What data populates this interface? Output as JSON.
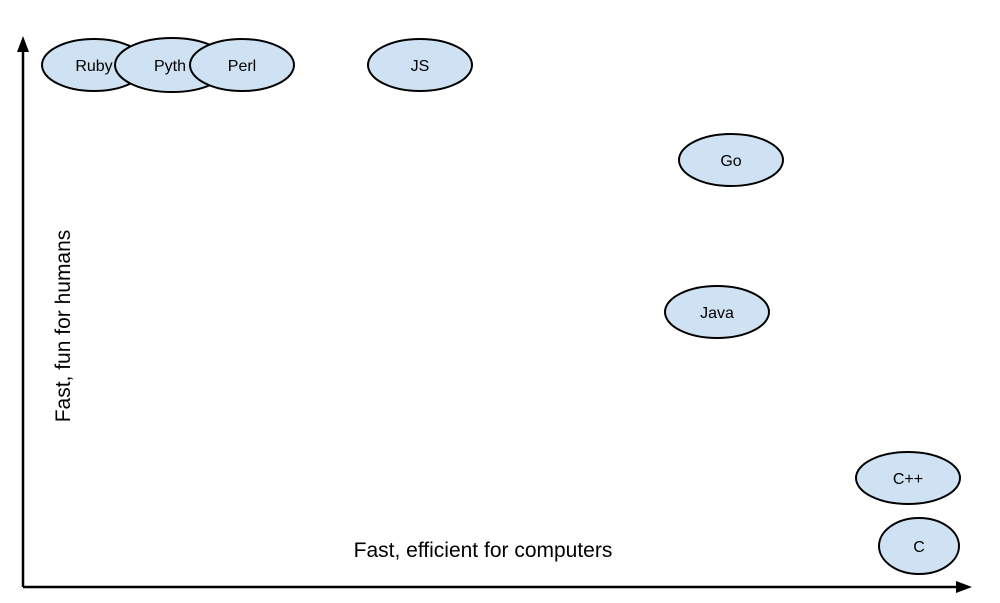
{
  "diagram": {
    "x_axis_label": "Fast, efficient for computers",
    "y_axis_label": "Fast, fun for humans",
    "bubble_color": "#cfe2f3",
    "bubbles": [
      {
        "id": "ruby",
        "label": "Ruby"
      },
      {
        "id": "python",
        "label": "Pyth"
      },
      {
        "id": "perl",
        "label": "Perl"
      },
      {
        "id": "js",
        "label": "JS"
      },
      {
        "id": "go",
        "label": "Go"
      },
      {
        "id": "java",
        "label": "Java"
      },
      {
        "id": "cpp",
        "label": "C++"
      },
      {
        "id": "c",
        "label": "C"
      }
    ]
  }
}
